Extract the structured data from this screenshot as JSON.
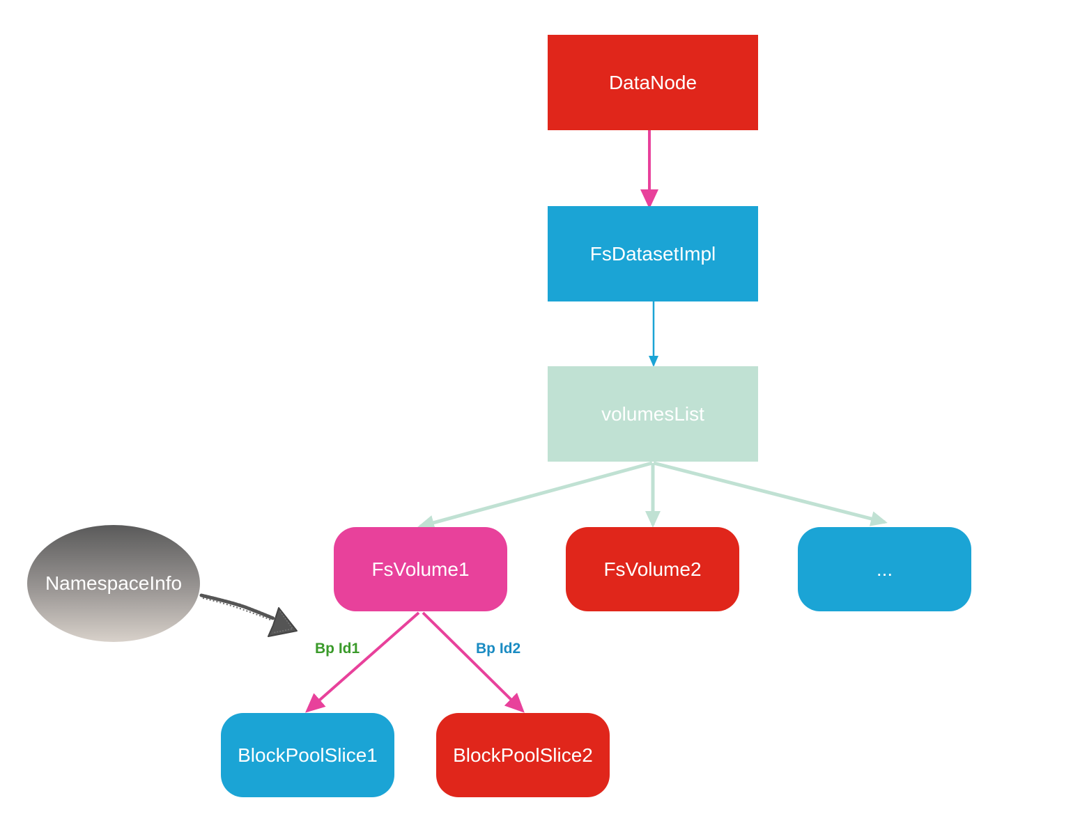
{
  "colors": {
    "red": "#e0261b",
    "blue": "#1ba4d5",
    "mint": "#c0e1d3",
    "pink": "#e8419b",
    "green_label": "#3a9a2a",
    "blue_label": "#1a8bc2",
    "gray_arrow": "#555555"
  },
  "nodes": {
    "datanode": "DataNode",
    "fsdataset": "FsDatasetImpl",
    "volumes_list": "volumesList",
    "fsvolume1": "FsVolume1",
    "fsvolume2": "FsVolume2",
    "more": "...",
    "blockpoolslice1": "BlockPoolSlice1",
    "blockpoolslice2": "BlockPoolSlice2",
    "namespace_info": "NamespaceInfo"
  },
  "edge_labels": {
    "bp_id1": "Bp Id1",
    "bp_id2": "Bp Id2"
  }
}
